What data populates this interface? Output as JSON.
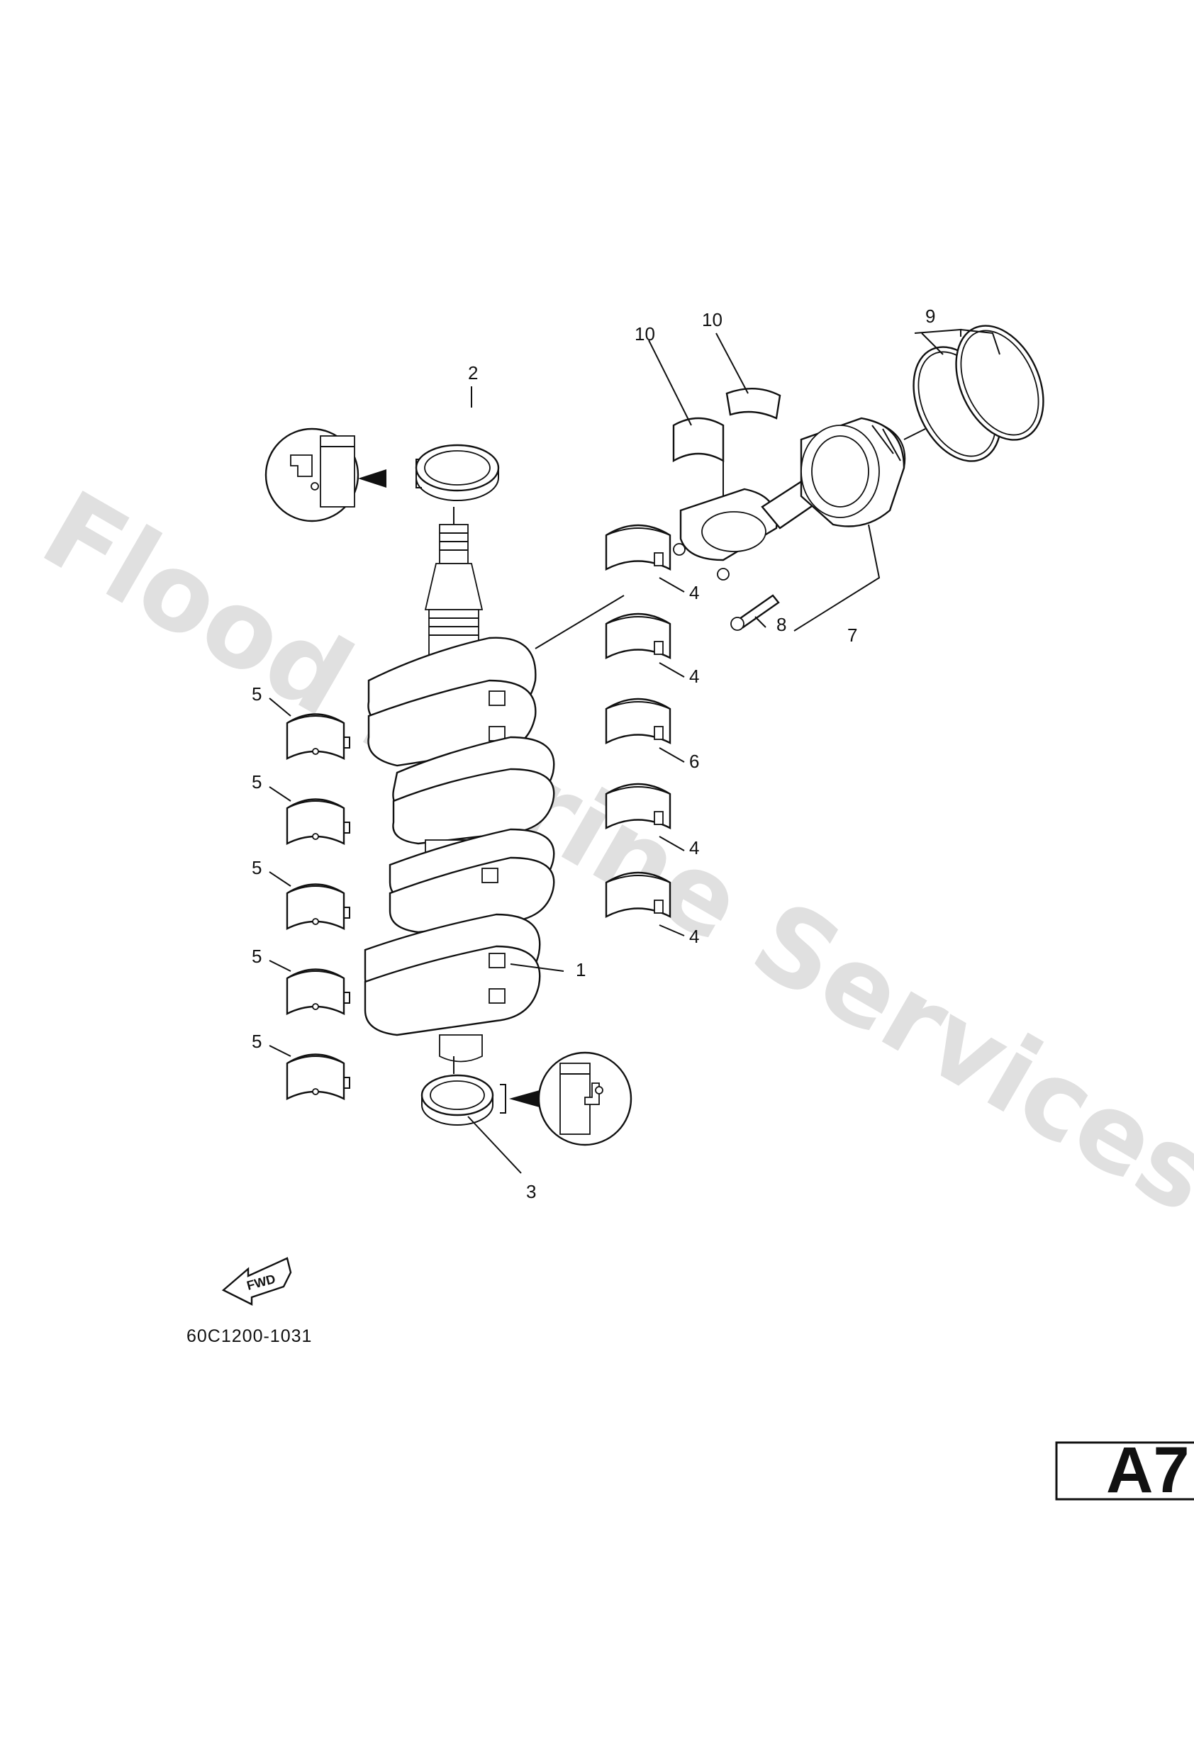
{
  "watermark": "Flood Marine Services",
  "diagram_code": "60C1200-1031",
  "page_tag": "A7",
  "fwd_label": "FWD",
  "callouts": {
    "c1": "1",
    "c2": "2",
    "c3": "3",
    "c4a": "4",
    "c4b": "4",
    "c4c": "4",
    "c4d": "4",
    "c5a": "5",
    "c5b": "5",
    "c5c": "5",
    "c5d": "5",
    "c5e": "5",
    "c6": "6",
    "c7": "7",
    "c8": "8",
    "c9": "9",
    "c10a": "10",
    "c10b": "10"
  }
}
